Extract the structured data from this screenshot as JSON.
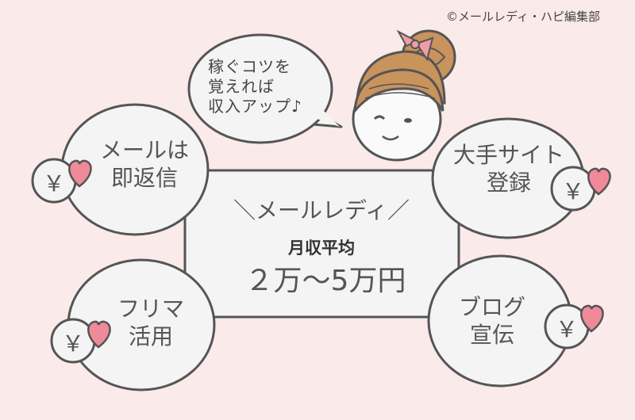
{
  "copyright": "©メールレディ・ハピ編集部",
  "speech_bubble": [
    "稼ぐコツを",
    "覚えれば",
    "収入アップ♪"
  ],
  "center": {
    "title": "＼メールレディ／",
    "subtitle": "月収平均",
    "range": "２万〜5万円"
  },
  "tips": [
    {
      "lines": [
        "メールは",
        "即返信"
      ]
    },
    {
      "lines": [
        "大手サイト",
        "登録"
      ]
    },
    {
      "lines": [
        "フリマ",
        "活用"
      ]
    },
    {
      "lines": [
        "ブログ",
        "宣伝"
      ]
    }
  ],
  "yen_symbol": "￥",
  "colors": {
    "background": "#fbeaea",
    "outline": "#555555",
    "heart": "#f08a9a",
    "hair": "#c9935c",
    "ribbon": "#f29aa8"
  }
}
